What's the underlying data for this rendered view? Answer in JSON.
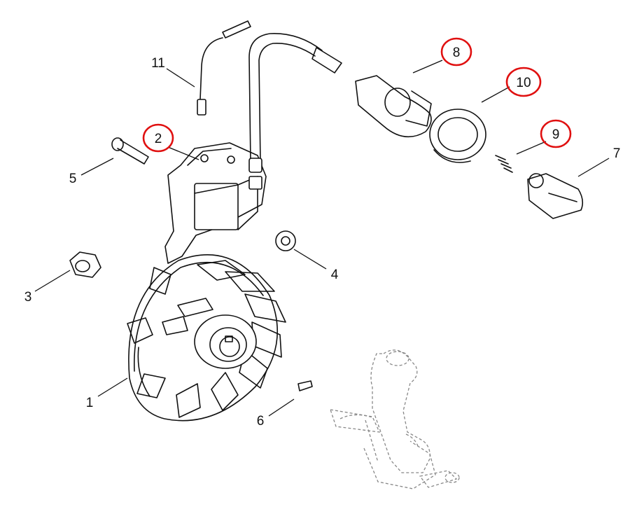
{
  "diagram": {
    "highlight_color": "#e01010",
    "line_color": "#111111",
    "ghost_color": "#888888",
    "callouts": [
      {
        "id": "c1",
        "label": "1",
        "highlighted": false
      },
      {
        "id": "c2",
        "label": "2",
        "highlighted": true
      },
      {
        "id": "c3",
        "label": "3",
        "highlighted": false
      },
      {
        "id": "c4",
        "label": "4",
        "highlighted": false
      },
      {
        "id": "c5",
        "label": "5",
        "highlighted": false
      },
      {
        "id": "c6",
        "label": "6",
        "highlighted": false
      },
      {
        "id": "c7",
        "label": "7",
        "highlighted": false
      },
      {
        "id": "c8",
        "label": "8",
        "highlighted": true
      },
      {
        "id": "c9",
        "label": "9",
        "highlighted": true
      },
      {
        "id": "c10",
        "label": "10",
        "highlighted": true
      },
      {
        "id": "c11",
        "label": "11",
        "highlighted": false
      }
    ]
  }
}
